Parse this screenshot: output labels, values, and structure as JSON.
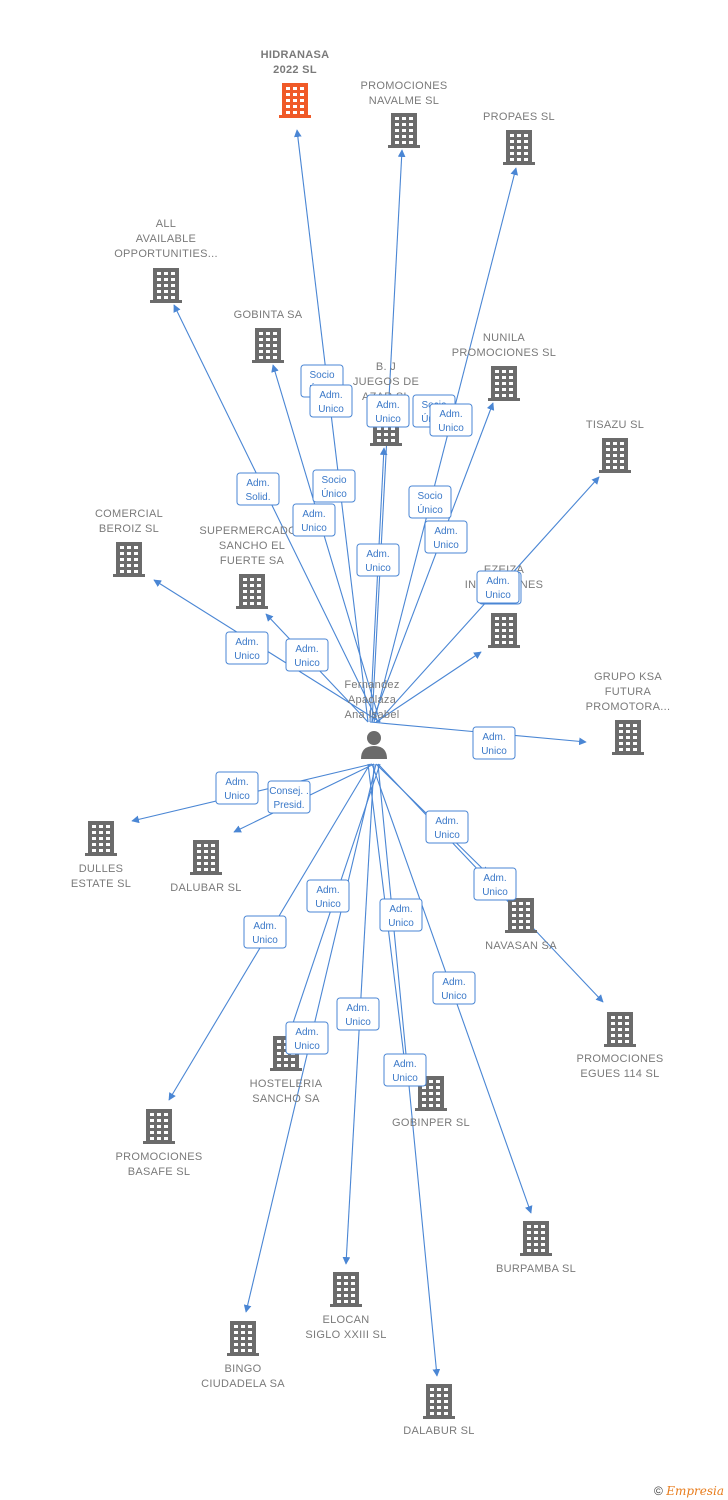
{
  "colors": {
    "edge": "#4a86d4",
    "building": "#6b6b6b",
    "highlight": "#f05a28",
    "label": "#7a7a7a"
  },
  "center": {
    "name_lines": [
      "Fernandez",
      "Apaolaza",
      "Ana Isabel"
    ],
    "icon": "person-icon"
  },
  "companies": [
    {
      "id": "hidranasa",
      "lines": [
        "HIDRANASA",
        "2022  SL"
      ],
      "highlight": true
    },
    {
      "id": "navalme",
      "lines": [
        "PROMOCIONES",
        "NAVALME SL"
      ]
    },
    {
      "id": "propaes",
      "lines": [
        "PROPAES SL"
      ]
    },
    {
      "id": "all",
      "lines": [
        "ALL",
        "AVAILABLE",
        "OPPORTUNITIES..."
      ]
    },
    {
      "id": "gobinta",
      "lines": [
        "GOBINTA SA"
      ]
    },
    {
      "id": "bj",
      "lines": [
        "B. J",
        "JUEGOS DE",
        "AZAR SL"
      ]
    },
    {
      "id": "nunila",
      "lines": [
        "NUNILA",
        "PROMOCIONES SL"
      ]
    },
    {
      "id": "tisazu",
      "lines": [
        "TISAZU  SL"
      ]
    },
    {
      "id": "beroiz",
      "lines": [
        "COMERCIAL",
        "BEROIZ  SL"
      ]
    },
    {
      "id": "sancho",
      "lines": [
        "SUPERMERCADOS",
        "SANCHO EL",
        "FUERTE SA"
      ]
    },
    {
      "id": "ezeiza",
      "lines": [
        "EZEIZA",
        "INVERSIONES"
      ]
    },
    {
      "id": "ksa",
      "lines": [
        "GRUPO KSA",
        "FUTURA",
        "PROMOTORA..."
      ]
    },
    {
      "id": "dulles",
      "lines": [
        "DULLES",
        "ESTATE  SL"
      ]
    },
    {
      "id": "dalubar",
      "lines": [
        "DALUBAR  SL"
      ]
    },
    {
      "id": "navasan",
      "lines": [
        "NAVASAN SA"
      ]
    },
    {
      "id": "egues",
      "lines": [
        "PROMOCIONES",
        "EGUES 114 SL"
      ]
    },
    {
      "id": "hosteleria",
      "lines": [
        "HOSTELERIA",
        "SANCHO SA"
      ]
    },
    {
      "id": "gobinper",
      "lines": [
        "GOBINPER  SL"
      ]
    },
    {
      "id": "basafe",
      "lines": [
        "PROMOCIONES",
        "BASAFE SL"
      ]
    },
    {
      "id": "burpamba",
      "lines": [
        "BURPAMBA  SL"
      ]
    },
    {
      "id": "elocan",
      "lines": [
        "ELOCAN",
        "SIGLO XXIII  SL"
      ]
    },
    {
      "id": "bingo",
      "lines": [
        "BINGO",
        "CIUDADELA SA"
      ]
    },
    {
      "id": "dalabur",
      "lines": [
        "DALABUR  SL"
      ]
    }
  ],
  "relations": [
    {
      "to": "hidranasa",
      "lines": [
        "Socio",
        "Único"
      ]
    },
    {
      "to": "hidranasa",
      "lines": [
        "Adm.",
        "Unico"
      ]
    },
    {
      "to": "navalme",
      "lines": [
        "Adm.",
        "Unico"
      ]
    },
    {
      "to": "propaes",
      "lines": [
        "Socio",
        "Único"
      ]
    },
    {
      "to": "propaes",
      "lines": [
        "Adm.",
        "Unico"
      ]
    },
    {
      "to": "all",
      "lines": [
        "Adm.",
        "Solid."
      ]
    },
    {
      "to": "gobinta",
      "lines": [
        "Socio",
        "Único"
      ]
    },
    {
      "to": "gobinta",
      "lines": [
        "Adm.",
        "Unico"
      ]
    },
    {
      "to": "bj",
      "lines": [
        "Adm.",
        "Unico"
      ]
    },
    {
      "to": "nunila",
      "lines": [
        "Socio",
        "Único"
      ]
    },
    {
      "to": "nunila",
      "lines": [
        "Adm.",
        "Unico"
      ]
    },
    {
      "to": "ezeiza",
      "lines": [
        "Adm.",
        "Unico"
      ]
    },
    {
      "to": "tisazu",
      "lines": [
        "Adm.",
        "Unico"
      ]
    },
    {
      "to": "beroiz",
      "lines": [
        "Adm.",
        "Unico"
      ]
    },
    {
      "to": "sancho",
      "lines": [
        "Adm.",
        "Unico"
      ]
    },
    {
      "to": "ksa",
      "lines": [
        "Adm.",
        "Unico"
      ]
    },
    {
      "to": "dulles",
      "lines": [
        "Adm.",
        "Unico"
      ]
    },
    {
      "to": "dalubar",
      "lines": [
        "Consej. .",
        "Presid."
      ]
    },
    {
      "to": "navasan",
      "lines": [
        "Adm.",
        "Unico"
      ]
    },
    {
      "to": "egues",
      "lines": [
        "Adm.",
        "Unico"
      ]
    },
    {
      "to": "hosteleria",
      "lines": [
        "Adm.",
        "Unico"
      ]
    },
    {
      "to": "gobinper",
      "lines": [
        "Adm.",
        "Unico"
      ]
    },
    {
      "to": "basafe",
      "lines": [
        "Adm.",
        "Unico"
      ]
    },
    {
      "to": "burpamba",
      "lines": [
        "Adm.",
        "Unico"
      ]
    },
    {
      "to": "elocan",
      "lines": [
        "Adm.",
        "Unico"
      ]
    },
    {
      "to": "bingo",
      "lines": [
        "Adm.",
        "Unico"
      ]
    },
    {
      "to": "dalabur",
      "lines": [
        "Adm.",
        "Unico"
      ]
    }
  ],
  "footer": {
    "copyright": "©",
    "brand": "Empresia"
  }
}
